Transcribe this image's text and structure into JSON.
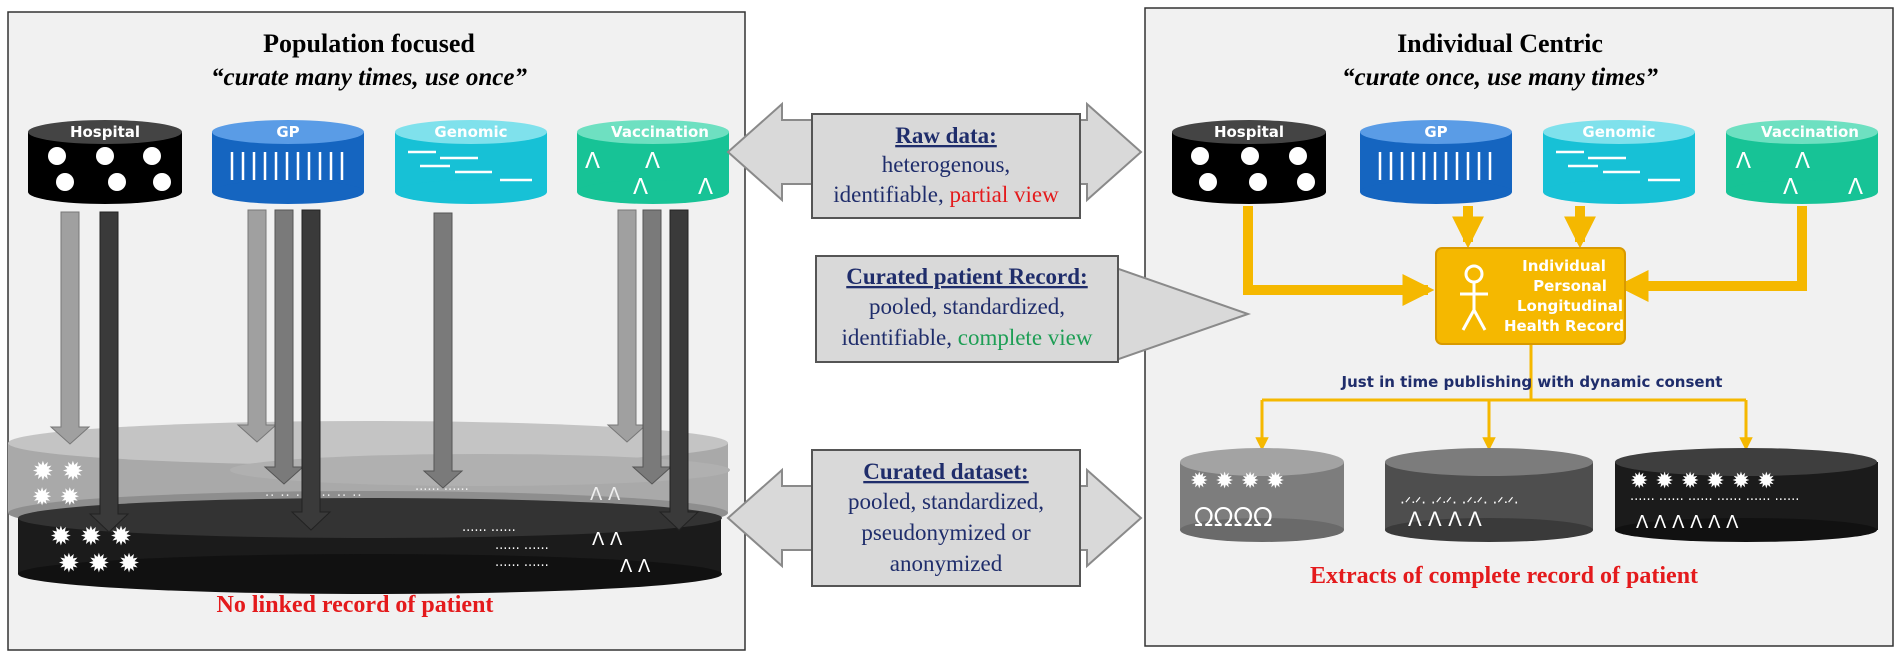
{
  "left_panel": {
    "title": "Population focused",
    "subtitle": "“curate many times, use once”",
    "footer": "No linked record of  patient"
  },
  "right_panel": {
    "title": "Individual Centric",
    "subtitle": "“curate once, use many times”",
    "footer": "Extracts of  complete record of patient",
    "record_lines": [
      "Individual",
      "Personal",
      "Longitudinal",
      "Health Record"
    ],
    "publishing_label": "Just in time publishing with dynamic consent"
  },
  "sources": [
    "Hospital",
    "GP",
    "Genomic",
    "Vaccination"
  ],
  "middle": {
    "raw": {
      "heading": "Raw data:",
      "line1": "heterogenous,",
      "line2_a": "identifiable, ",
      "line2_b": "partial view"
    },
    "curated_record": {
      "heading": "Curated patient Record:",
      "line1": "pooled, standardized,",
      "line2_a": "identifiable, ",
      "line2_b": "complete view"
    },
    "curated_dataset": {
      "heading": "Curated dataset:",
      "line1": "pooled, standardized,",
      "line2": "pseudonymized or",
      "line3": "anonymized"
    }
  },
  "colors": {
    "hospital": "#000000",
    "gp": "#1565c0",
    "genomic": "#17c1d6",
    "vaccination": "#17c396",
    "accent_yellow": "#f5b800",
    "red": "#e41a1c",
    "green": "#1e9e55",
    "navy": "#1f2d6b"
  }
}
